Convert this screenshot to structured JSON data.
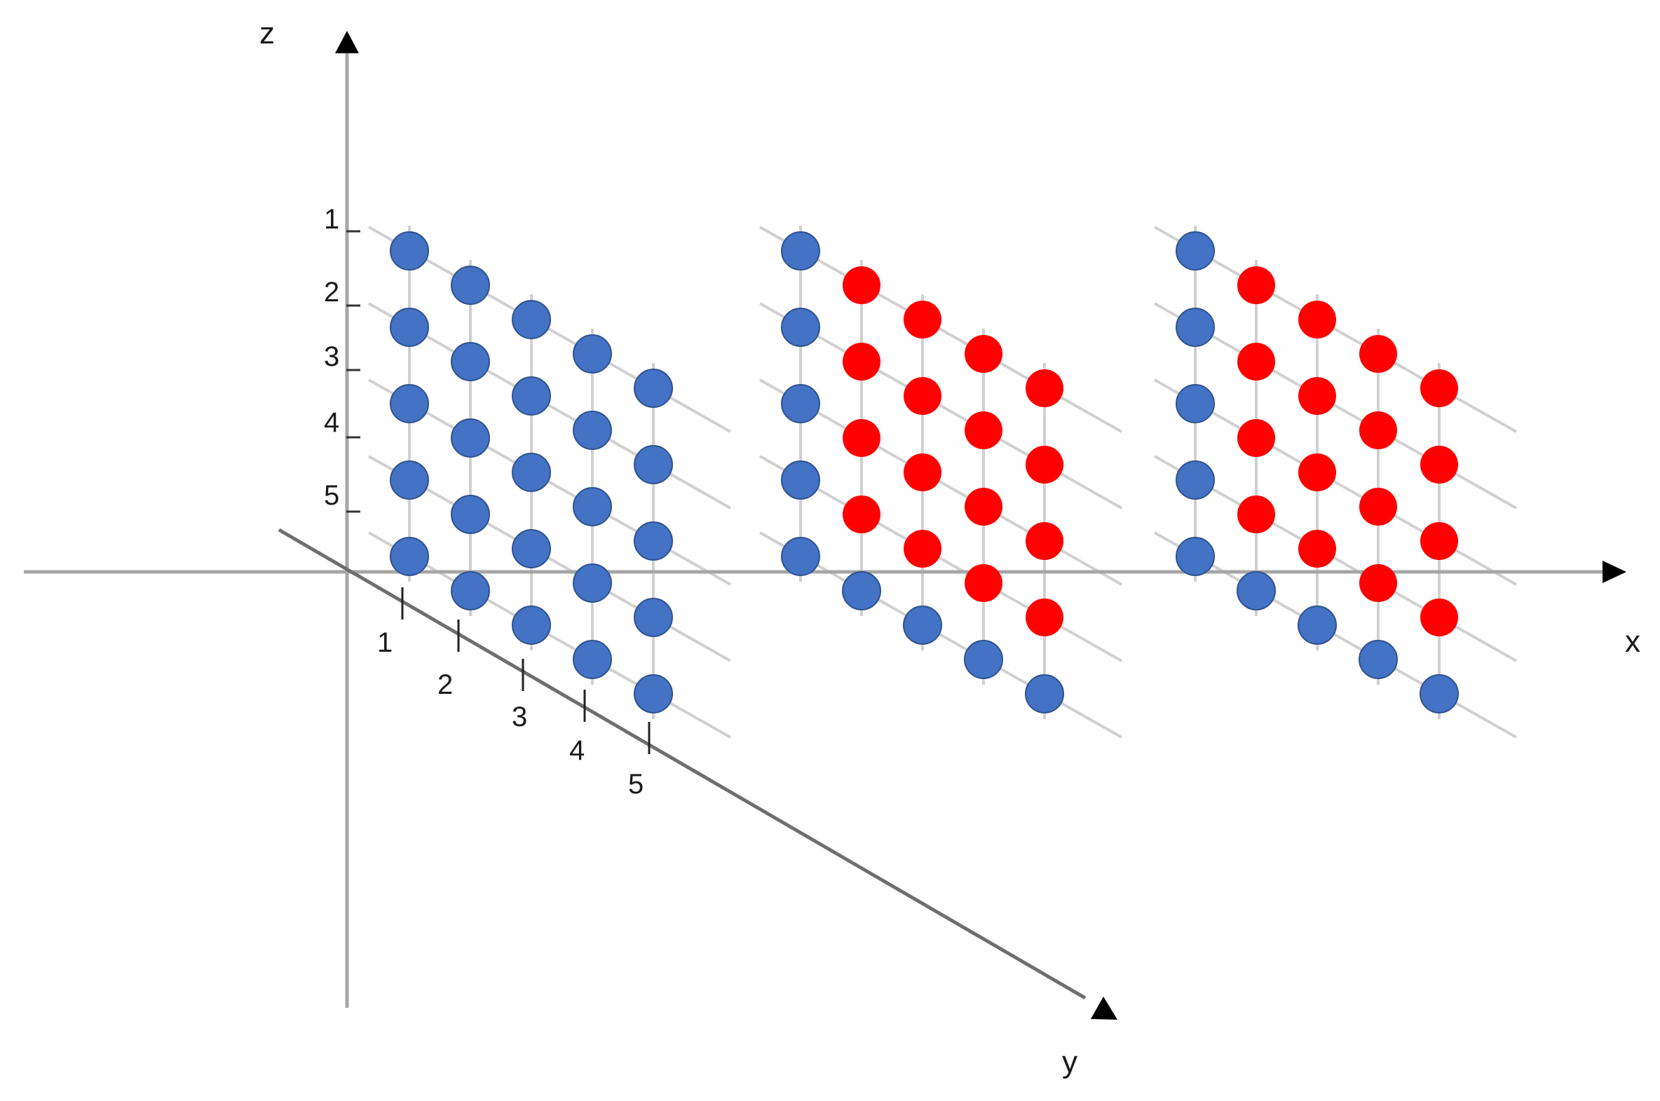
{
  "axes": {
    "x_label": "x",
    "y_label": "y",
    "z_label": "z"
  },
  "z_ticks": [
    "1",
    "2",
    "3",
    "4",
    "5"
  ],
  "y_ticks": [
    "1",
    "2",
    "3",
    "4",
    "5"
  ],
  "colors": {
    "blue": "#4472c4",
    "red": "#ff0000",
    "axis": "#a6a6a6",
    "grid": "#d0d0d0",
    "text": "#1a1a1a",
    "arrow": "#000000"
  },
  "grid": {
    "size": 5,
    "slices": [
      {
        "name": "slice-1",
        "cells": [
          [
            "B",
            "B",
            "B",
            "B",
            "B"
          ],
          [
            "B",
            "B",
            "B",
            "B",
            "B"
          ],
          [
            "B",
            "B",
            "B",
            "B",
            "B"
          ],
          [
            "B",
            "B",
            "B",
            "B",
            "B"
          ],
          [
            "B",
            "B",
            "B",
            "B",
            "B"
          ]
        ]
      },
      {
        "name": "slice-2",
        "cells": [
          [
            "B",
            "R",
            "R",
            "R",
            "R"
          ],
          [
            "B",
            "R",
            "R",
            "R",
            "R"
          ],
          [
            "B",
            "R",
            "R",
            "R",
            "R"
          ],
          [
            "B",
            "R",
            "R",
            "R",
            "R"
          ],
          [
            "B",
            "B",
            "B",
            "B",
            "B"
          ]
        ]
      },
      {
        "name": "slice-3",
        "cells": [
          [
            "B",
            "R",
            "R",
            "R",
            "R"
          ],
          [
            "B",
            "R",
            "R",
            "R",
            "R"
          ],
          [
            "B",
            "R",
            "R",
            "R",
            "R"
          ],
          [
            "B",
            "R",
            "R",
            "R",
            "R"
          ],
          [
            "B",
            "B",
            "B",
            "B",
            "B"
          ]
        ]
      }
    ]
  }
}
